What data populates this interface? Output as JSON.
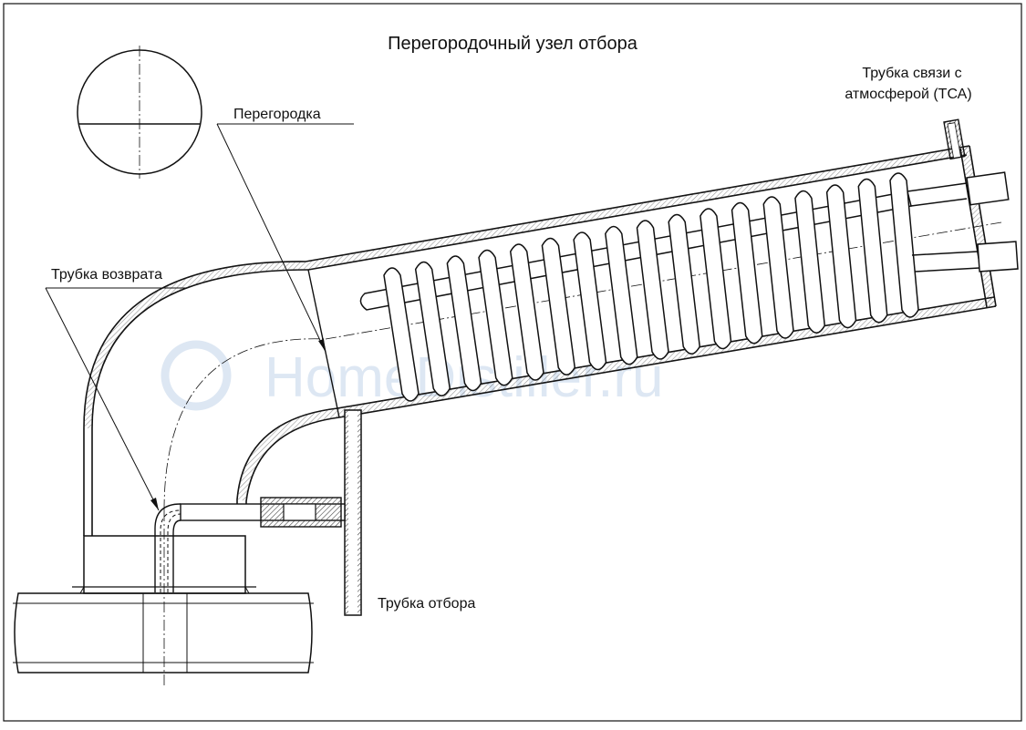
{
  "title": "Перегородочный узел отбора",
  "labels": {
    "partition": "Перегородка",
    "return_tube": "Трубка возврата",
    "atm_tube_line1": "Трубка связи с",
    "atm_tube_line2": "атмосферой (ТСА)",
    "takeoff_tube": "Трубка отбора"
  },
  "watermark": "HomeDistiller.ru",
  "colors": {
    "line": "#111111",
    "hatch": "#555555",
    "watermark": "#dde7f3"
  }
}
